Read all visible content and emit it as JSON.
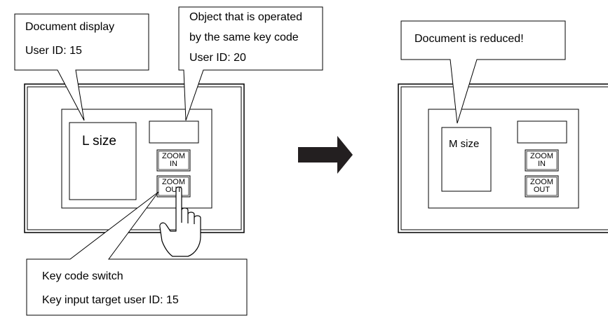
{
  "before": {
    "callout_doc": {
      "line1": "Document display",
      "line2": "User ID: 15"
    },
    "callout_object": {
      "line1": "Object that is operated",
      "line2": "by the same key code",
      "line3": "User ID: 20"
    },
    "callout_switch": {
      "line1": "Key code switch",
      "line2": "Key input target user ID: 15"
    },
    "document_label": "L size",
    "zoom_in": {
      "line1": "ZOOM",
      "line2": "IN"
    },
    "zoom_out": {
      "line1": "ZOOM",
      "line2": "OUT"
    }
  },
  "after": {
    "callout": "Document is reduced!",
    "document_label": "M size",
    "zoom_in": {
      "line1": "ZOOM",
      "line2": "IN"
    },
    "zoom_out": {
      "line1": "ZOOM",
      "line2": "OUT"
    }
  },
  "icons": {
    "arrow": "right-arrow-icon",
    "hand": "pointing-hand-icon"
  }
}
